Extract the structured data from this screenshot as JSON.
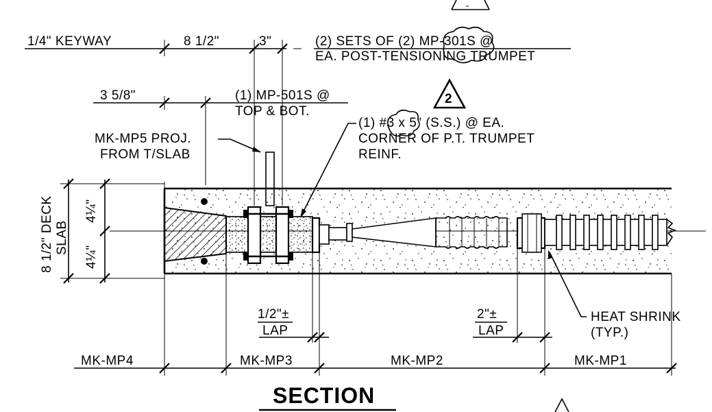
{
  "title": "SECTION",
  "rev_marker": "2",
  "top_dims": {
    "keyway": "1/4\" KEYWAY",
    "d1": "8 1/2\"",
    "d2": "3\"",
    "d3": "3 5/8\""
  },
  "notes": {
    "sets_line1": "(2) SETS OF (2) MP-301S @",
    "sets_line2": "EA. POST-TENSIONING TRUMPET",
    "mp501_line1": "(1) MP-501S @",
    "mp501_line2": "TOP & BOT.",
    "proj_line1": "MK-MP5 PROJ.",
    "proj_line2": "FROM T/SLAB",
    "reinf_line1": "(1) #3 x 5\" (S.S.) @ EA.",
    "reinf_line2": "CORNER OF P.T. TRUMPET",
    "reinf_line3": "REINF.",
    "heat_line1": "HEAT SHRINK",
    "heat_line2": "(TYP.)"
  },
  "slab": {
    "label_line1": "8 1/2\" DECK",
    "label_line2": "SLAB",
    "half_top": "4¼\"",
    "half_bot": "4¼\""
  },
  "laps": {
    "lap1_value": "1/2\"±",
    "lap1_label": "LAP",
    "lap2_value": "2\"±",
    "lap2_label": "LAP"
  },
  "bottom_marks": [
    "MK-MP4",
    "MK-MP3",
    "MK-MP2",
    "MK-MP1"
  ]
}
